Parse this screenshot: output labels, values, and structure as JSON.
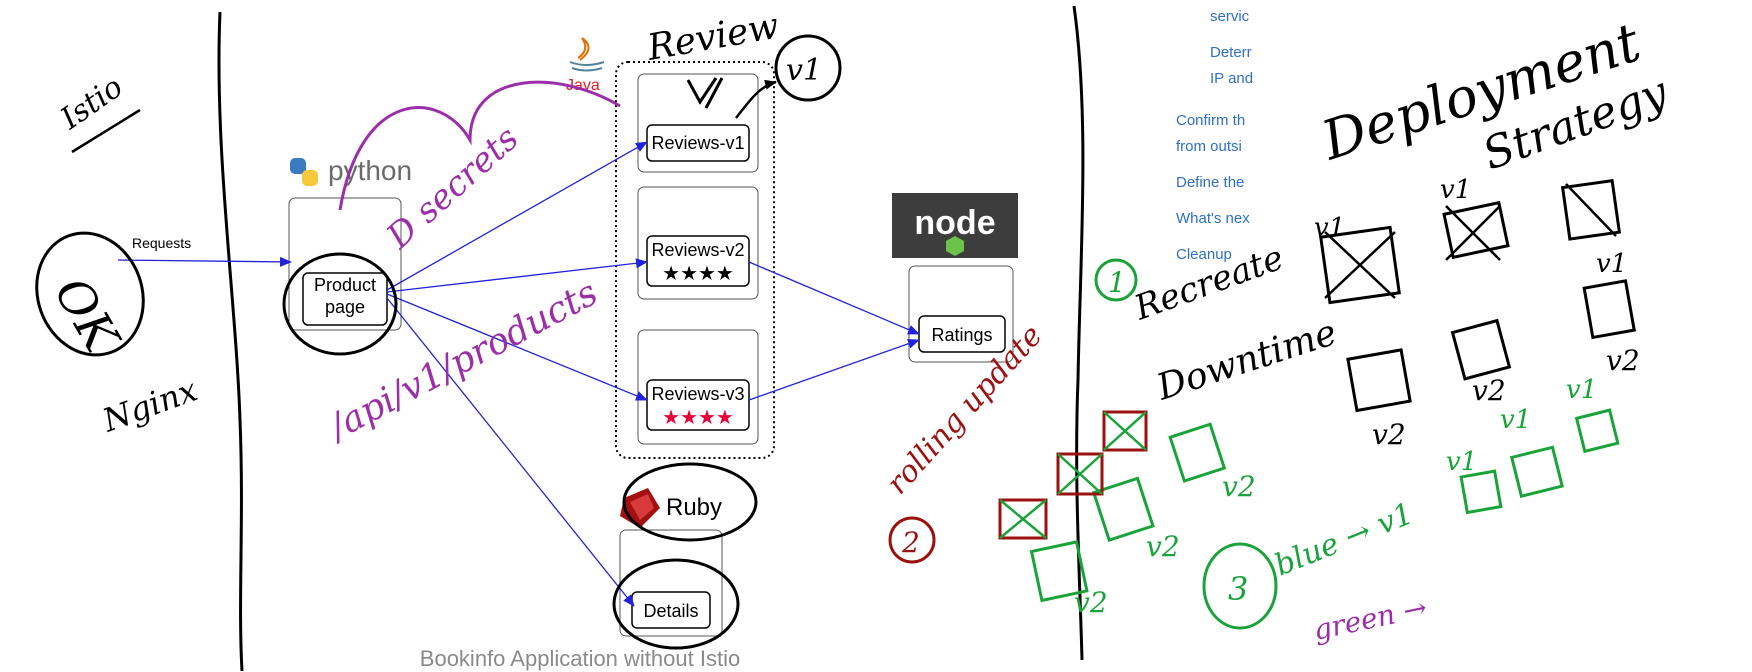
{
  "diagram": {
    "caption": "Bookinfo Application without Istio",
    "edge_label_requests": "Requests",
    "nodes": {
      "productpage": "Product page",
      "productpage_line1": "Product",
      "productpage_line2": "page",
      "reviews_v1": "Reviews-v1",
      "reviews_v2": "Reviews-v2",
      "reviews_v3": "Reviews-v3",
      "ratings": "Ratings",
      "details": "Details"
    },
    "stars_v2": "★★★★",
    "stars_v3": "★★★★",
    "logos": {
      "python": "python",
      "java": "Java",
      "node": "node",
      "ruby": "Ruby"
    },
    "colors": {
      "edge": "#2222dd",
      "stars_v3": "#e8003a",
      "box_border": "#555555"
    }
  },
  "docs_panel": {
    "items": [
      "servic",
      "Deterr",
      "IP and",
      "Confirm th",
      "from outsi",
      "Define the",
      "What's nex",
      "Cleanup"
    ]
  },
  "handwriting": {
    "istio": "Istio",
    "ok": "OK",
    "nginx": "Nginx",
    "review": "Review",
    "v1_circle": "v1",
    "secrets": "D secrets",
    "api_path": "/api/v1/products",
    "deployment_strategy_1": "Deployment",
    "deployment_strategy_2": "Strategy",
    "recreate": "Recreate",
    "downtime": "Downtime",
    "rolling": "rolling update",
    "blue": "blue → v1",
    "green": "green →",
    "n1": "1",
    "n2": "2",
    "n3": "3",
    "v1": "v1",
    "v2": "v2"
  }
}
